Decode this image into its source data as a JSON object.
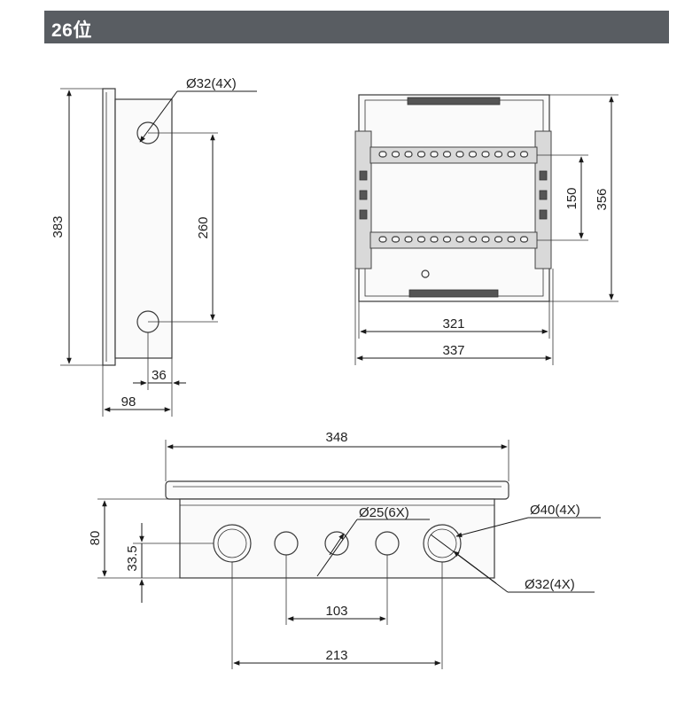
{
  "header": {
    "title": "26位"
  },
  "side_view": {
    "hole_label": "Ø32(4X)",
    "height": "383",
    "hole_spacing": "260",
    "depth": "98",
    "hole_offset": "36"
  },
  "front_view": {
    "inner_width": "321",
    "outer_width": "337",
    "height": "356",
    "rail_spacing": "150"
  },
  "bottom_view": {
    "overall_width": "348",
    "height": "80",
    "hole_center_height": "33.5",
    "hole_small_label": "Ø25(6X)",
    "hole_large_label": "Ø40(4X)",
    "hole_medium_label": "Ø32(4X)",
    "spacing_inner": "103",
    "spacing_outer": "213"
  }
}
